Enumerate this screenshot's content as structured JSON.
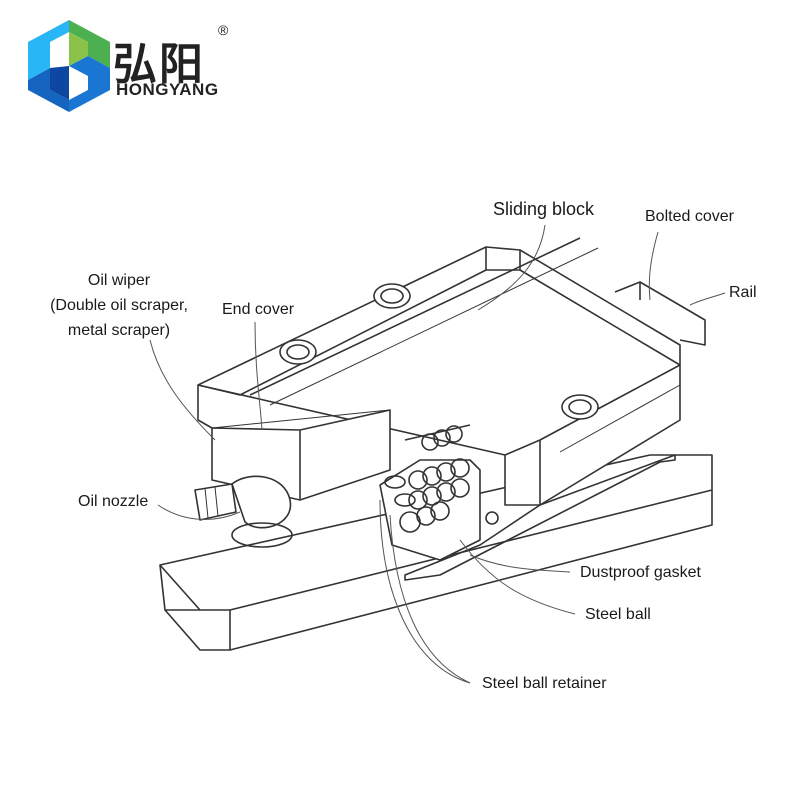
{
  "brand": {
    "name_cn": "弘阳",
    "name_en": "HONGYANG",
    "registered_mark": "®",
    "colors": {
      "green": "#4caf50",
      "blue": "#1565c0",
      "cyan": "#29b6f6",
      "lime": "#8bc34a"
    }
  },
  "labels": {
    "sliding_block": "Sliding block",
    "bolted_cover": "Bolted cover",
    "rail": "Rail",
    "oil_wiper_line1": "Oil wiper",
    "oil_wiper_line2": "(Double oil scraper,",
    "oil_wiper_line3": "metal scraper)",
    "end_cover": "End cover",
    "oil_nozzle": "Oil nozzle",
    "dustproof_gasket": "Dustproof gasket",
    "steel_ball": "Steel ball",
    "steel_ball_retainer": "Steel ball retainer"
  }
}
